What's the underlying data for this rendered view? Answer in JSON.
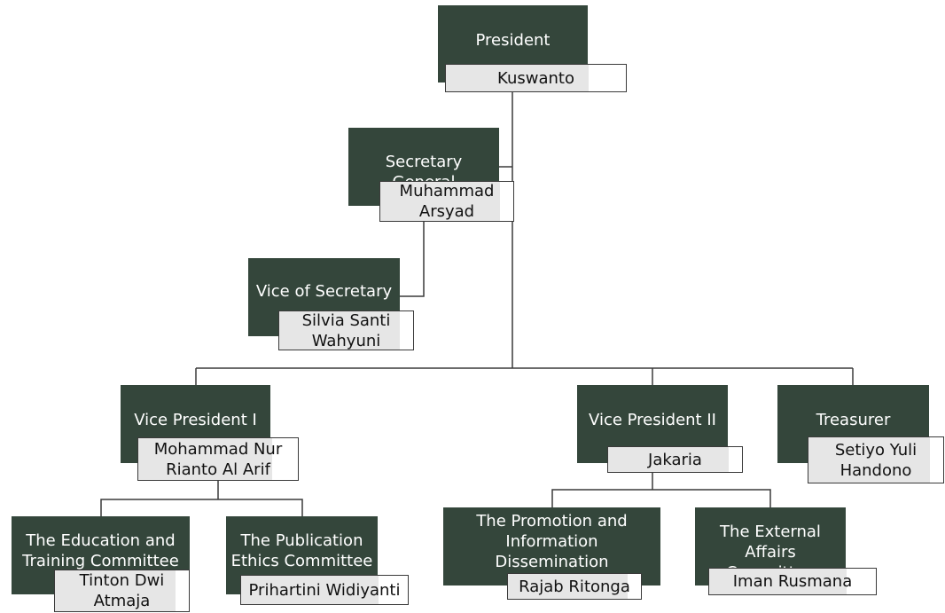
{
  "colors": {
    "dark": "#34463b",
    "light": "#e6e6e6",
    "line": "#3a3a3a"
  },
  "president": {
    "role": "President",
    "name": "Kuswanto"
  },
  "secretary_general": {
    "role": "Secretary General",
    "name": "Muhammad\nArsyad"
  },
  "vice_secretary": {
    "role": "Vice of Secretary",
    "name": "Silvia Santi\nWahyuni"
  },
  "vice_president_1": {
    "role": "Vice President I",
    "name": "Mohammad Nur\nRianto Al Arif"
  },
  "vice_president_2": {
    "role": "Vice President II",
    "name": "Jakaria"
  },
  "treasurer": {
    "role": "Treasurer",
    "name": "Setiyo Yuli\nHandono"
  },
  "education_committee": {
    "role": "The Education and\nTraining Committee",
    "name": "Tinton Dwi\nAtmaja"
  },
  "publication_committee": {
    "role": "The Publication\nEthics Committee",
    "name": "Prihartini Widiyanti"
  },
  "promotion_committee": {
    "role": "The Promotion and\nInformation Dissemination\nCommittee",
    "name": "Rajab Ritonga"
  },
  "external_committee": {
    "role": "The External\nAffairs Committee",
    "name": "Iman Rusmana"
  }
}
